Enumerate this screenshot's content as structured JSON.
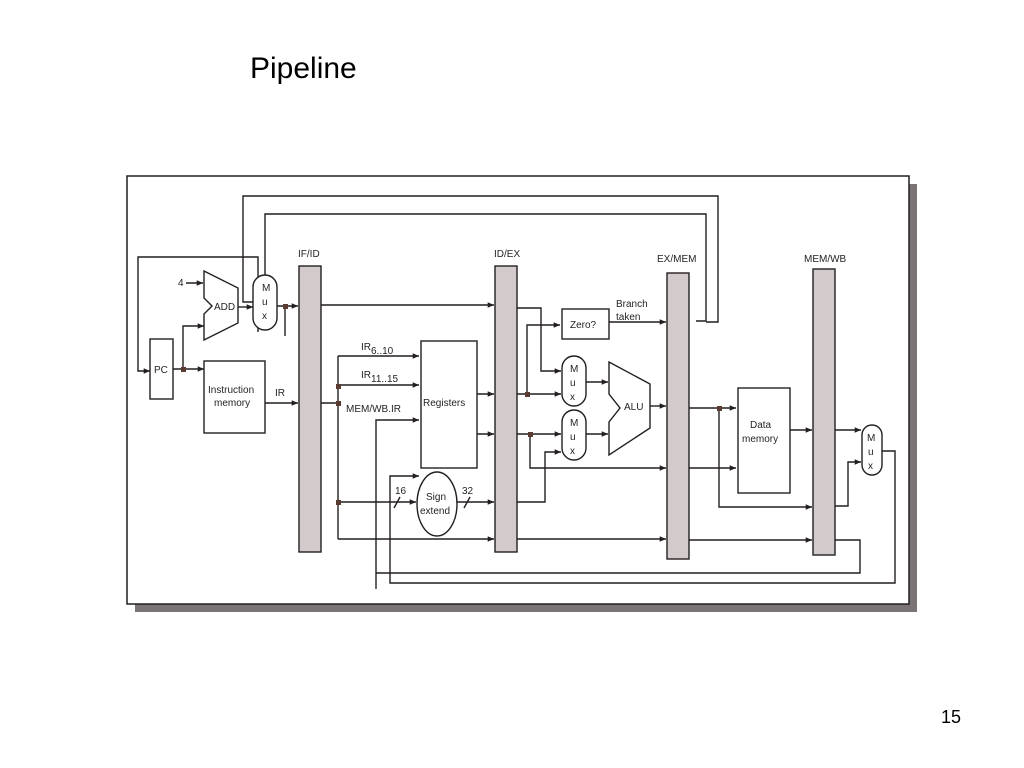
{
  "slide": {
    "title": "Pipeline",
    "page_number": "15"
  },
  "diagram": {
    "pipeline_registers": {
      "if_id": "IF/ID",
      "id_ex": "ID/EX",
      "ex_mem": "EX/MEM",
      "mem_wb": "MEM/WB"
    },
    "blocks": {
      "pc": "PC",
      "add": "ADD",
      "instruction_memory_line1": "Instruction",
      "instruction_memory_line2": "memory",
      "registers": "Registers",
      "sign_extend_line1": "Sign",
      "sign_extend_line2": "extend",
      "zero": "Zero?",
      "alu": "ALU",
      "data_memory_line1": "Data",
      "data_memory_line2": "memory",
      "mux_letters": [
        "M",
        "u",
        "x"
      ]
    },
    "labels": {
      "const_four": "4",
      "ir": "IR",
      "ir_rs_base": "IR",
      "ir_rs_sub": "6..10",
      "ir_rt_base": "IR",
      "ir_rt_sub": "11..15",
      "mem_wb_ir": "MEM/WB.IR",
      "width_in": "16",
      "width_out": "32",
      "branch_taken_line1": "Branch",
      "branch_taken_line2": "taken"
    },
    "colors": {
      "pipeline_register_fill": "#d3cbcb",
      "line": "#231f20",
      "shadow": "#7a7474"
    }
  }
}
